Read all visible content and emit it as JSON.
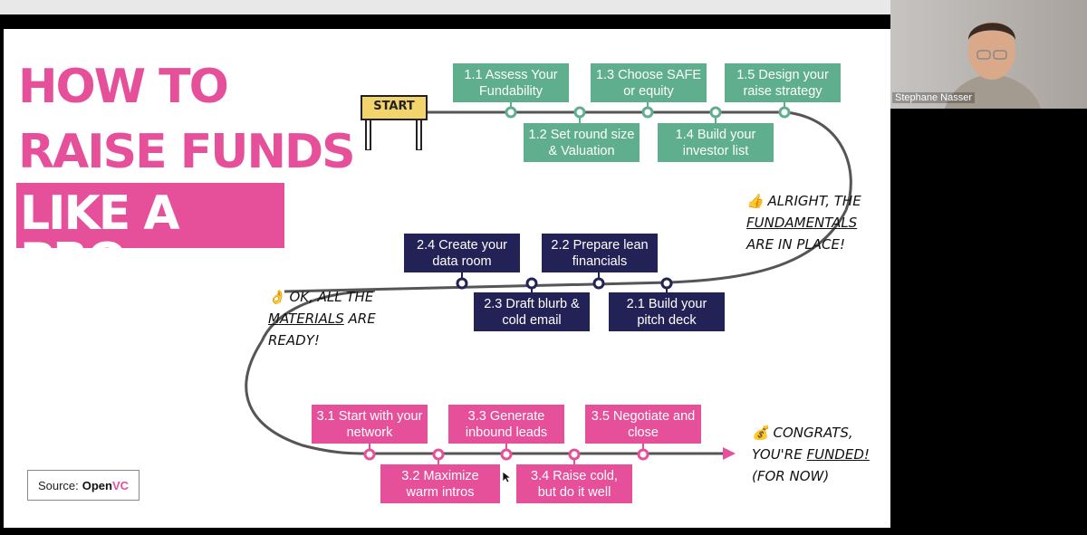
{
  "slide": {
    "title_line1": "HOW TO",
    "title_line2": "RAISE FUNDS",
    "title_line3": "LIKE A PRO",
    "start_sign": "START",
    "phase1": [
      {
        "label": "1.1 Assess Your Fundability"
      },
      {
        "label": "1.2 Set round size & Valuation"
      },
      {
        "label": "1.3 Choose SAFE or equity"
      },
      {
        "label": "1.4 Build your investor list"
      },
      {
        "label": "1.5 Design your raise strategy"
      }
    ],
    "phase2": [
      {
        "label": "2.1 Build your pitch deck"
      },
      {
        "label": "2.2 Prepare lean financials"
      },
      {
        "label": "2.3 Draft blurb & cold email"
      },
      {
        "label": "2.4 Create your data room"
      }
    ],
    "phase3": [
      {
        "label": "3.1 Start with your network"
      },
      {
        "label": "3.2 Maximize warm intros"
      },
      {
        "label": "3.3 Generate inbound leads"
      },
      {
        "label": "3.4 Raise cold, but do it well"
      },
      {
        "label": "3.5 Negotiate and close"
      }
    ],
    "note1": {
      "l1": "ALRIGHT, THE",
      "l2": "FUNDAMENTALS",
      "l3": "ARE IN PLACE!",
      "emoji": "👍"
    },
    "note2": {
      "l1": "OK, ALL THE",
      "l2a": "MATERIALS",
      "l2b": " ARE",
      "l3": "READY!",
      "emoji": "👌"
    },
    "note3": {
      "l1": "CONGRATS,",
      "l2a": "YOU'RE ",
      "l2b": "FUNDED!",
      "l3": "(FOR NOW)",
      "emoji": "💰"
    },
    "source_label": "Source:",
    "source_brand_a": "Open",
    "source_brand_b": "VC"
  },
  "participant": {
    "name": "Stephane Nasser"
  },
  "colors": {
    "pink": "#e6509a",
    "green": "#5faf8e",
    "navy": "#232257"
  }
}
